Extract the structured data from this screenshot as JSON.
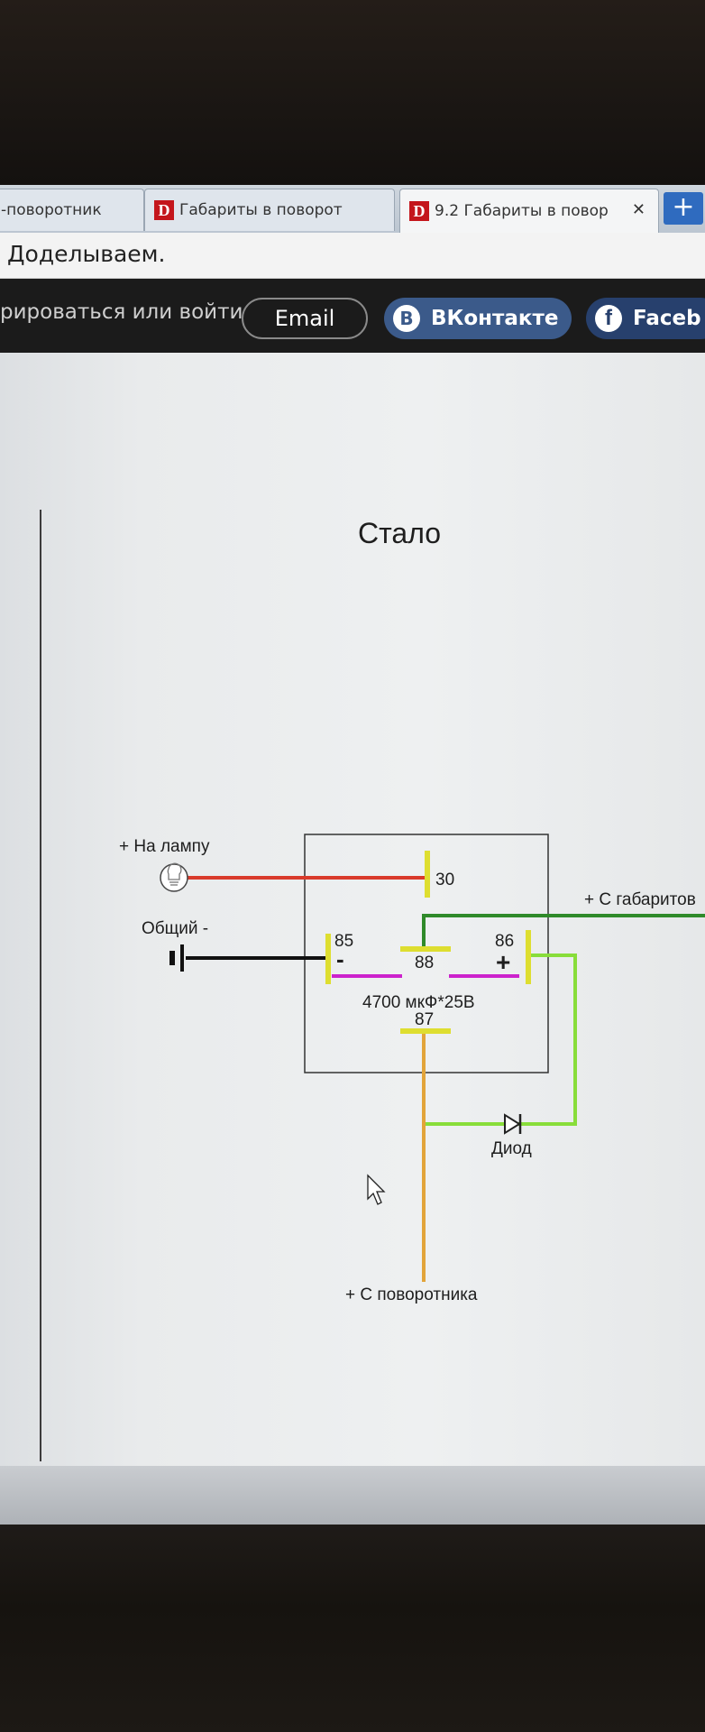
{
  "tabs": [
    {
      "label": "-поворотник",
      "active": false
    },
    {
      "label": "Габариты в поворот",
      "favicon": "D",
      "active": false
    },
    {
      "label": "9.2 Габариты в повор",
      "favicon": "D",
      "active": true,
      "close": "✕"
    }
  ],
  "new_tab": "+",
  "page_heading": "Доделываем.",
  "share": {
    "login_text": "рироваться или войти",
    "email": "Email",
    "vk_icon": "B",
    "vk": "ВКонтакте",
    "fb_icon": "f",
    "fb": "Faceb"
  },
  "diagram": {
    "title": "Стало",
    "labels": {
      "lamp": "+ На лампу",
      "ground": "Общий -",
      "gabarit": "+ С габаритов",
      "turn": "+ С поворотника",
      "diode": "Диод",
      "capacitor": "4700 мкФ*25В",
      "pin30": "30",
      "pin85": "85",
      "pin86": "86",
      "pin87": "87",
      "pin88": "88",
      "minus": "-",
      "plus": "+"
    },
    "colors": {
      "lamp_wire": "#d93a2b",
      "ground_wire": "#111111",
      "gabarit_wire": "#2f8a2a",
      "coil_wire": "#88dd3a",
      "turn_wire": "#e2a43a",
      "pin": "#dede30",
      "capacitor": "#cc22cc"
    }
  }
}
